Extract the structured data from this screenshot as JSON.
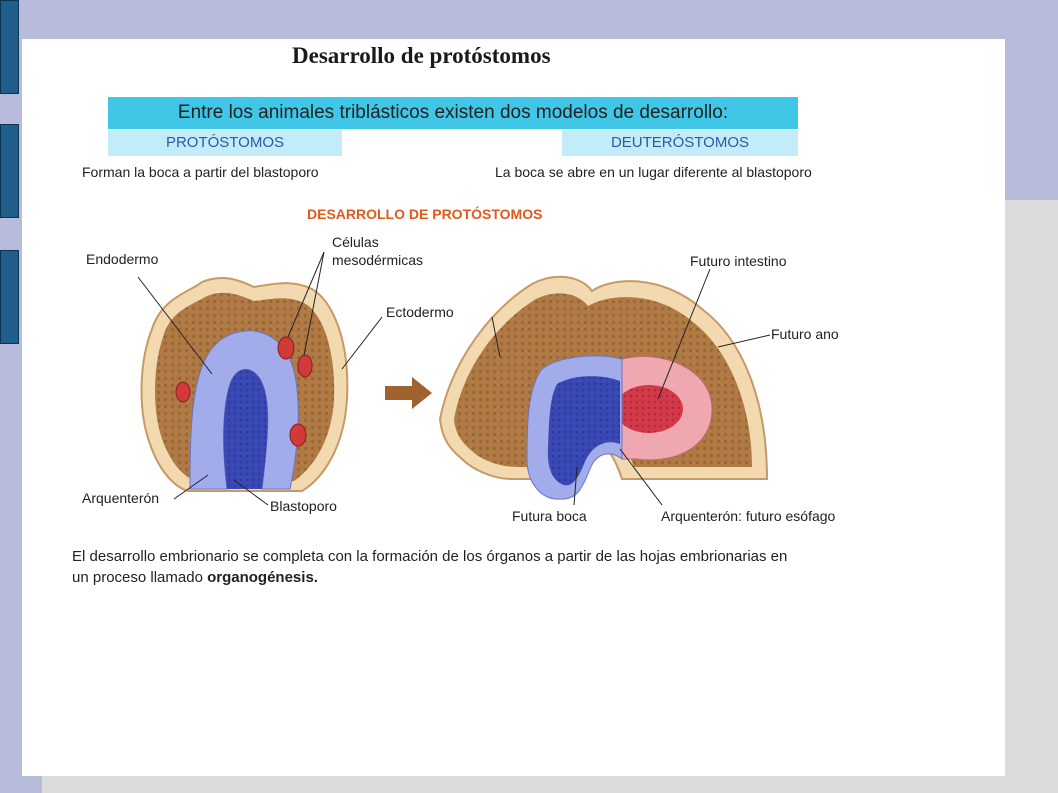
{
  "slide": {
    "title": "Desarrollo de protóstomos",
    "intro": "Entre los animales triblásticos existen dos modelos de desarrollo:",
    "left_tag": "PROTÓSTOMOS",
    "right_tag": "DEUTERÓSTOMOS",
    "left_desc": "Forman la boca a partir del blastoporo",
    "right_desc": "La boca se abre en un lugar diferente al blastoporo"
  },
  "figure": {
    "heading": "DESARROLLO DE PROTÓSTOMOS",
    "labels": {
      "endodermo": "Endodermo",
      "celulas_1": "Células",
      "celulas_2": "mesodérmicas",
      "ectodermo": "Ectodermo",
      "arquenteron": "Arquenterón",
      "blastoporo": "Blastoporo",
      "futuro_intestino": "Futuro intestino",
      "futuro_ano": "Futuro ano",
      "futura_boca": "Futura boca",
      "arquenteron_esofago": "Arquenterón: futuro esófago"
    },
    "colors": {
      "ectoderm": "#f3d9b0",
      "mesoderm": "#b07a44",
      "endoderm_light": "#a3acea",
      "endoderm_dark": "#3a49b5",
      "mesodermal_cells": "#d23a3a",
      "intestine_pink": "#f0a8b0",
      "arrow": "#a0622e"
    }
  },
  "footer": {
    "text": "El desarrollo embrionario se completa con la formación de los órganos a partir de las hojas embrionarias en un proceso llamado ",
    "bold": "organogénesis."
  }
}
